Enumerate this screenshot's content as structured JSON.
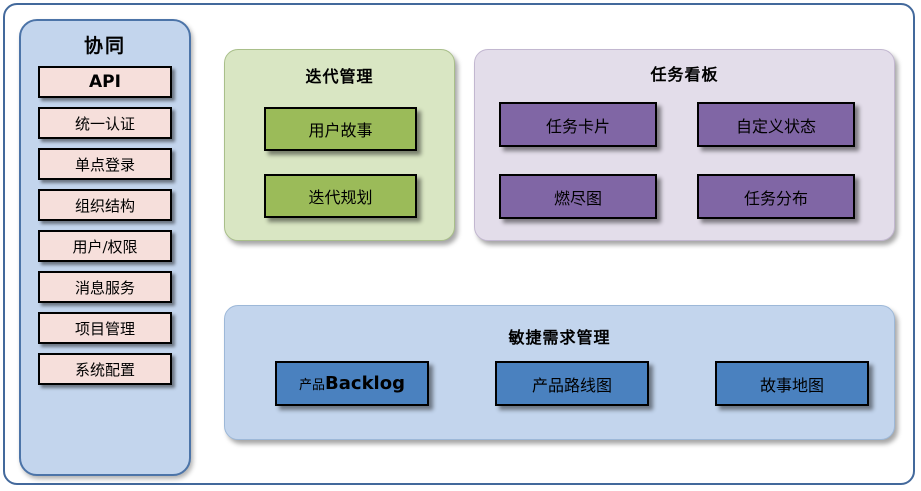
{
  "diagram": {
    "sidebar": {
      "title": "协同",
      "items": [
        {
          "label": "API",
          "style": "bold-sans"
        },
        {
          "label": "统一认证",
          "style": "serif"
        },
        {
          "label": "单点登录",
          "style": "serif"
        },
        {
          "label": "组织结构",
          "style": "serif"
        },
        {
          "label": "用户/权限",
          "style": "serif"
        },
        {
          "label": "消息服务",
          "style": "serif"
        },
        {
          "label": "项目管理",
          "style": "serif"
        },
        {
          "label": "系统配置",
          "style": "serif"
        }
      ]
    },
    "panels": [
      {
        "id": "iteration",
        "title": "迭代管理",
        "fill": "#d9e6c3",
        "node_fill": "#9bbb59",
        "nodes": [
          {
            "label": "用户故事"
          },
          {
            "label": "迭代规划"
          }
        ]
      },
      {
        "id": "taskboard",
        "title": "任务看板",
        "fill": "#e3ddea",
        "node_fill": "#8066a5",
        "nodes": [
          {
            "label": "任务卡片"
          },
          {
            "label": "自定义状态"
          },
          {
            "label": "燃尽图"
          },
          {
            "label": "任务分布"
          }
        ]
      },
      {
        "id": "agile",
        "title": "敏捷需求管理",
        "fill": "#c3d5ed",
        "node_fill": "#4a81bf",
        "nodes": [
          {
            "label": "产品Backlog",
            "label_cn": "产品",
            "label_en": "Backlog",
            "mixed": true
          },
          {
            "label": "产品路线图"
          },
          {
            "label": "故事地图"
          }
        ]
      }
    ],
    "colors": {
      "frame_border": "#43699c",
      "sidebar_fill": "#c3d5ed",
      "sidebar_border": "#4c74a8",
      "sidebar_item_fill": "#f6dfdb",
      "node_border": "#000000",
      "page_background": "#ffffff"
    }
  }
}
